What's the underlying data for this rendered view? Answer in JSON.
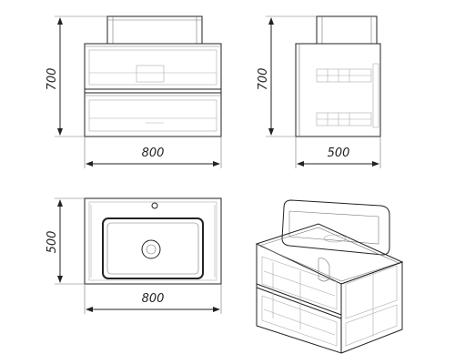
{
  "front_view": {
    "width_label": "800",
    "height_label": "700"
  },
  "side_view": {
    "depth_label": "500",
    "height_label": "700"
  },
  "top_view": {
    "width_label": "800",
    "depth_label": "500"
  },
  "colors": {
    "line": "#222222",
    "hidden_line": "#777777",
    "background": "#ffffff"
  }
}
